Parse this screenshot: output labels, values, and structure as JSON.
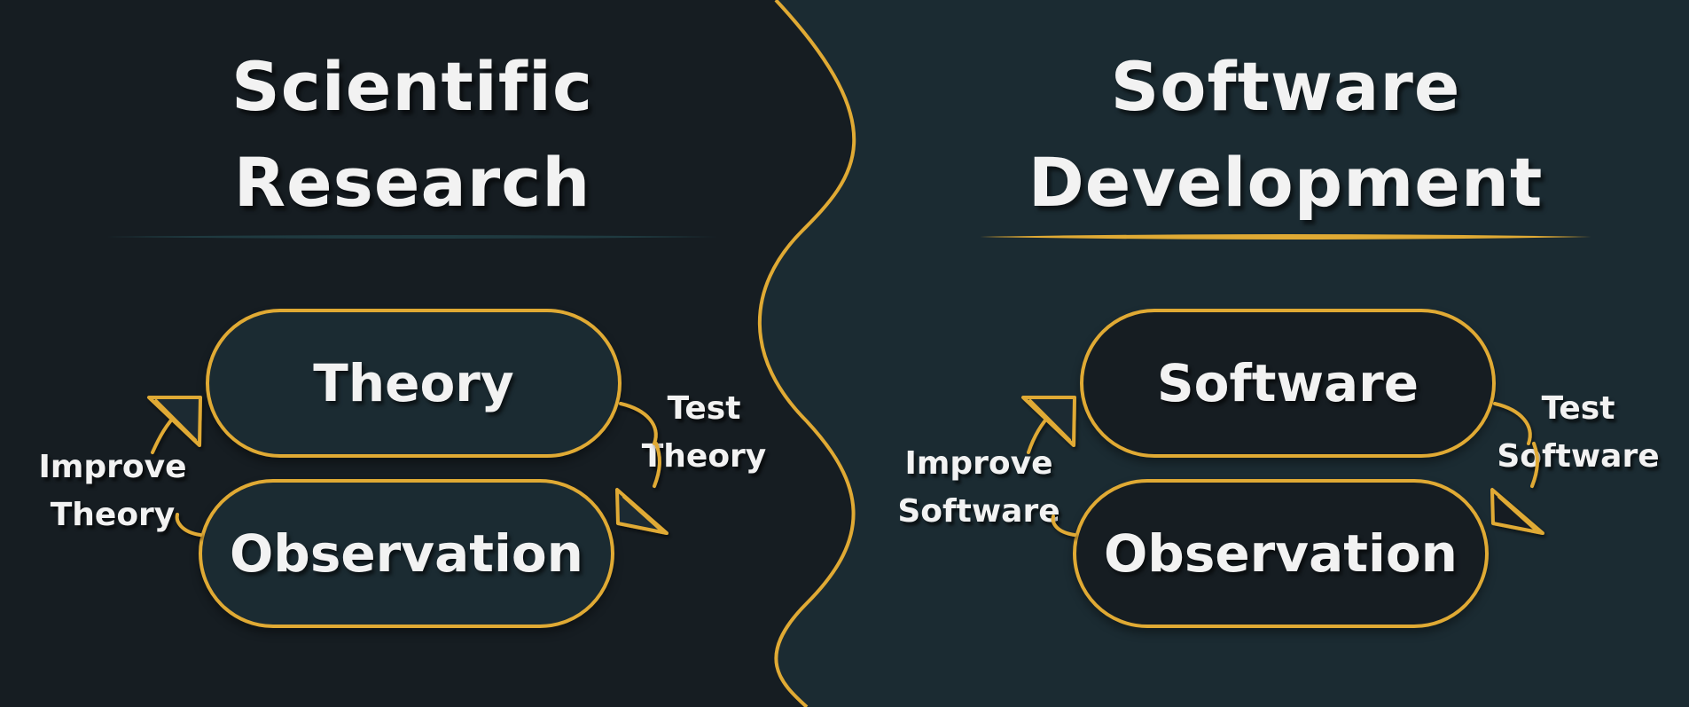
{
  "colors": {
    "left_bg": "#161d22",
    "right_bg": "#1b2b32",
    "accent": "#e0aa34",
    "left_pill_fill": "#1b2b32",
    "right_pill_fill": "#161d22",
    "text": "#f2f2f2",
    "left_underline": "#1f3a40"
  },
  "left_panel": {
    "title_line1": "Scientific",
    "title_line2": "Research",
    "top_node": "Theory",
    "bottom_node": "Observation",
    "right_label_line1": "Test",
    "right_label_line2": "Theory",
    "left_label_line1": "Improve",
    "left_label_line2": "Theory"
  },
  "right_panel": {
    "title_line1": "Software",
    "title_line2": "Development",
    "top_node": "Software",
    "bottom_node": "Observation",
    "right_label_line1": "Test",
    "right_label_line2": "Software",
    "left_label_line1": "Improve",
    "left_label_line2": "Software"
  }
}
